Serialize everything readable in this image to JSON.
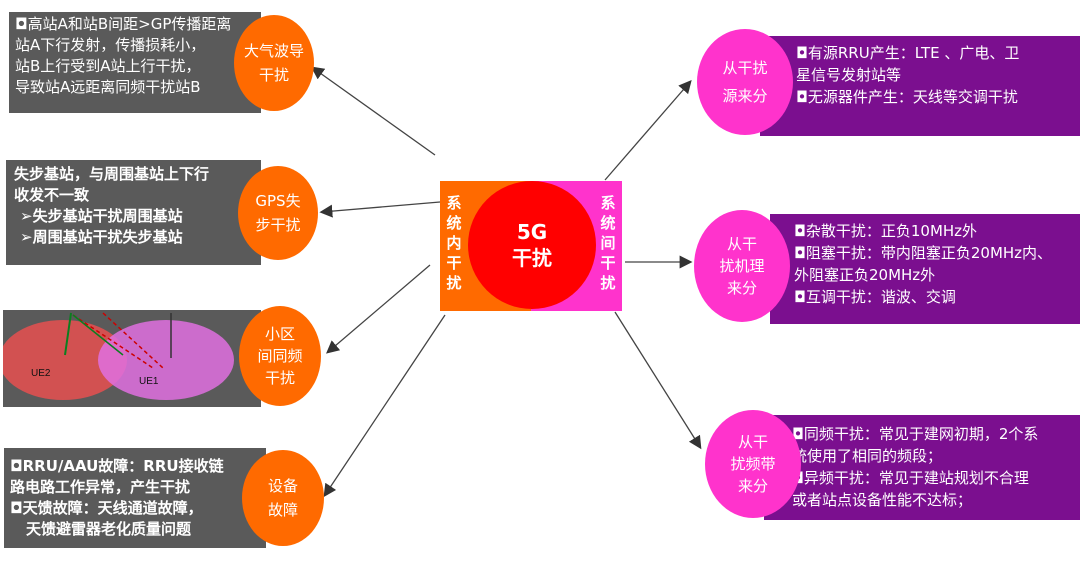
{
  "center": {
    "title": "5G",
    "subtitle": "干扰",
    "left_label": [
      "系",
      "统",
      "内",
      "干",
      "扰"
    ],
    "right_label": [
      "系",
      "统",
      "间",
      "干",
      "扰"
    ]
  },
  "left": [
    {
      "circle": [
        "大气波导",
        "干扰"
      ],
      "lines": [
        "高站A和站B间距>GP传播距离",
        "站A下行发射，传播损耗小，",
        "站B上行受到A站上行干扰，",
        "导致站A远距离同频干扰站B"
      ],
      "bullet": "◘"
    },
    {
      "circle": [
        "GPS失",
        "步干扰"
      ],
      "lines": [
        "失步基站，与周围基站上下行",
        "收发不一致",
        "➢失步基站干扰周围基站",
        "➢周围基站干扰失步基站"
      ]
    },
    {
      "circle": [
        "小区",
        "间同频",
        "干扰"
      ],
      "ue2": "UE2",
      "ue1": "UE1"
    },
    {
      "circle": [
        "设备",
        "故障"
      ],
      "lines": [
        "◘RRU/AAU故障：RRU接收链",
        "路电路工作异常，产生干扰",
        "◘天馈故障：天线通道故障，",
        "天馈避雷器老化质量问题"
      ]
    }
  ],
  "right": [
    {
      "circle": [
        "从干扰",
        "源来分"
      ],
      "lines": [
        "◘有源RRU产生：LTE 、广电、卫",
        "星信号发射站等",
        "◘无源器件产生：天线等交调干扰"
      ]
    },
    {
      "circle": [
        "从干",
        "扰机理",
        "来分"
      ],
      "lines": [
        "◘杂散干扰：正负10MHz外",
        "◘阻塞干扰：带内阻塞正负20MHz内、",
        "外阻塞正负20MHz外",
        "◘互调干扰：谐波、交调"
      ]
    },
    {
      "circle": [
        "从干",
        "扰频带",
        "来分"
      ],
      "lines": [
        "◘同频干扰：常见于建网初期，2个系",
        "统使用了相同的频段；",
        "◘异频干扰：常见于建站规划不合理",
        "或者站点设备性能不达标；"
      ]
    }
  ],
  "colors": {
    "orange": "#ff6a00",
    "pink": "#ff33cc",
    "red": "#ff0000",
    "gray": "#5a5a5a",
    "purple": "#7b0f8f"
  }
}
